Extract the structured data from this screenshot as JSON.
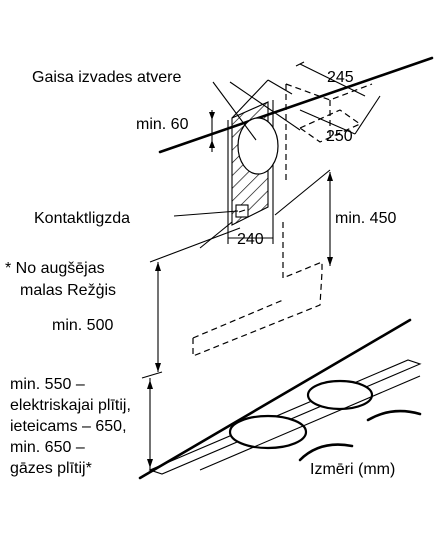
{
  "labels": {
    "air_outlet": "Gaisa izvades atvere",
    "min_60": "min. 60",
    "dim_245": "245",
    "dim_250": "250",
    "socket": "Kontaktligzda",
    "min_450": "min. 450",
    "dim_240": "240",
    "note_line1": "* No augšējas",
    "note_line2": "malas Režģis",
    "min_500": "min. 500",
    "cooktop_line1": "min. 550 –",
    "cooktop_line2": "elektriskajai plītij,",
    "cooktop_line3": "ieteicams – 650,",
    "cooktop_line4": "min. 650 –",
    "cooktop_line5": "gāzes plītij*",
    "units": "Izmēri (mm)"
  }
}
